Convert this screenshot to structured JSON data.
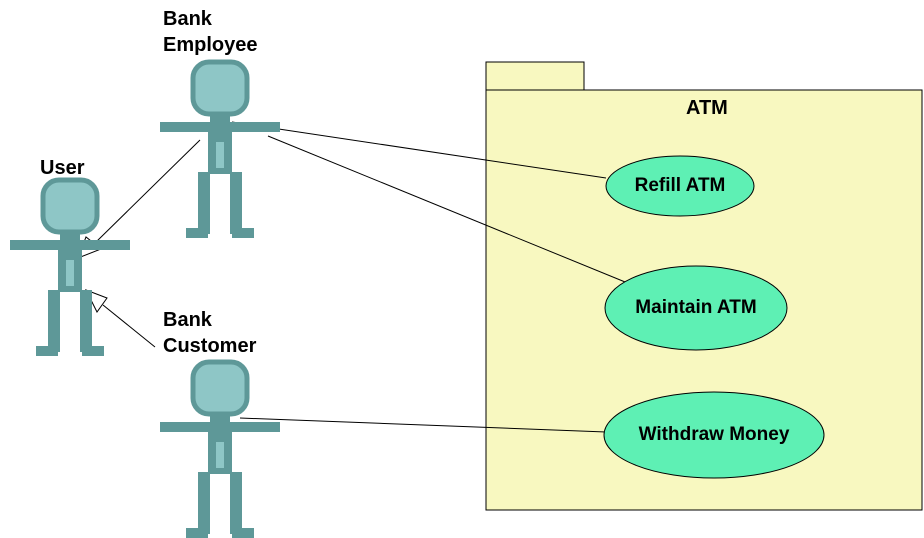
{
  "colors": {
    "actor_fill": "#5e9898",
    "actor_stroke": "#2f6060",
    "head_fill": "#8ec6c6",
    "package_fill": "#f8f8c0",
    "usecase_fill": "#5ef0b4",
    "line": "#000000"
  },
  "package": {
    "name": "ATM"
  },
  "actors": {
    "user": "User",
    "employee": [
      "Bank",
      "Employee"
    ],
    "customer": [
      "Bank",
      "Customer"
    ]
  },
  "use_cases": {
    "refill": "Refill ATM",
    "maintain": "Maintain ATM",
    "withdraw": "Withdraw Money"
  }
}
